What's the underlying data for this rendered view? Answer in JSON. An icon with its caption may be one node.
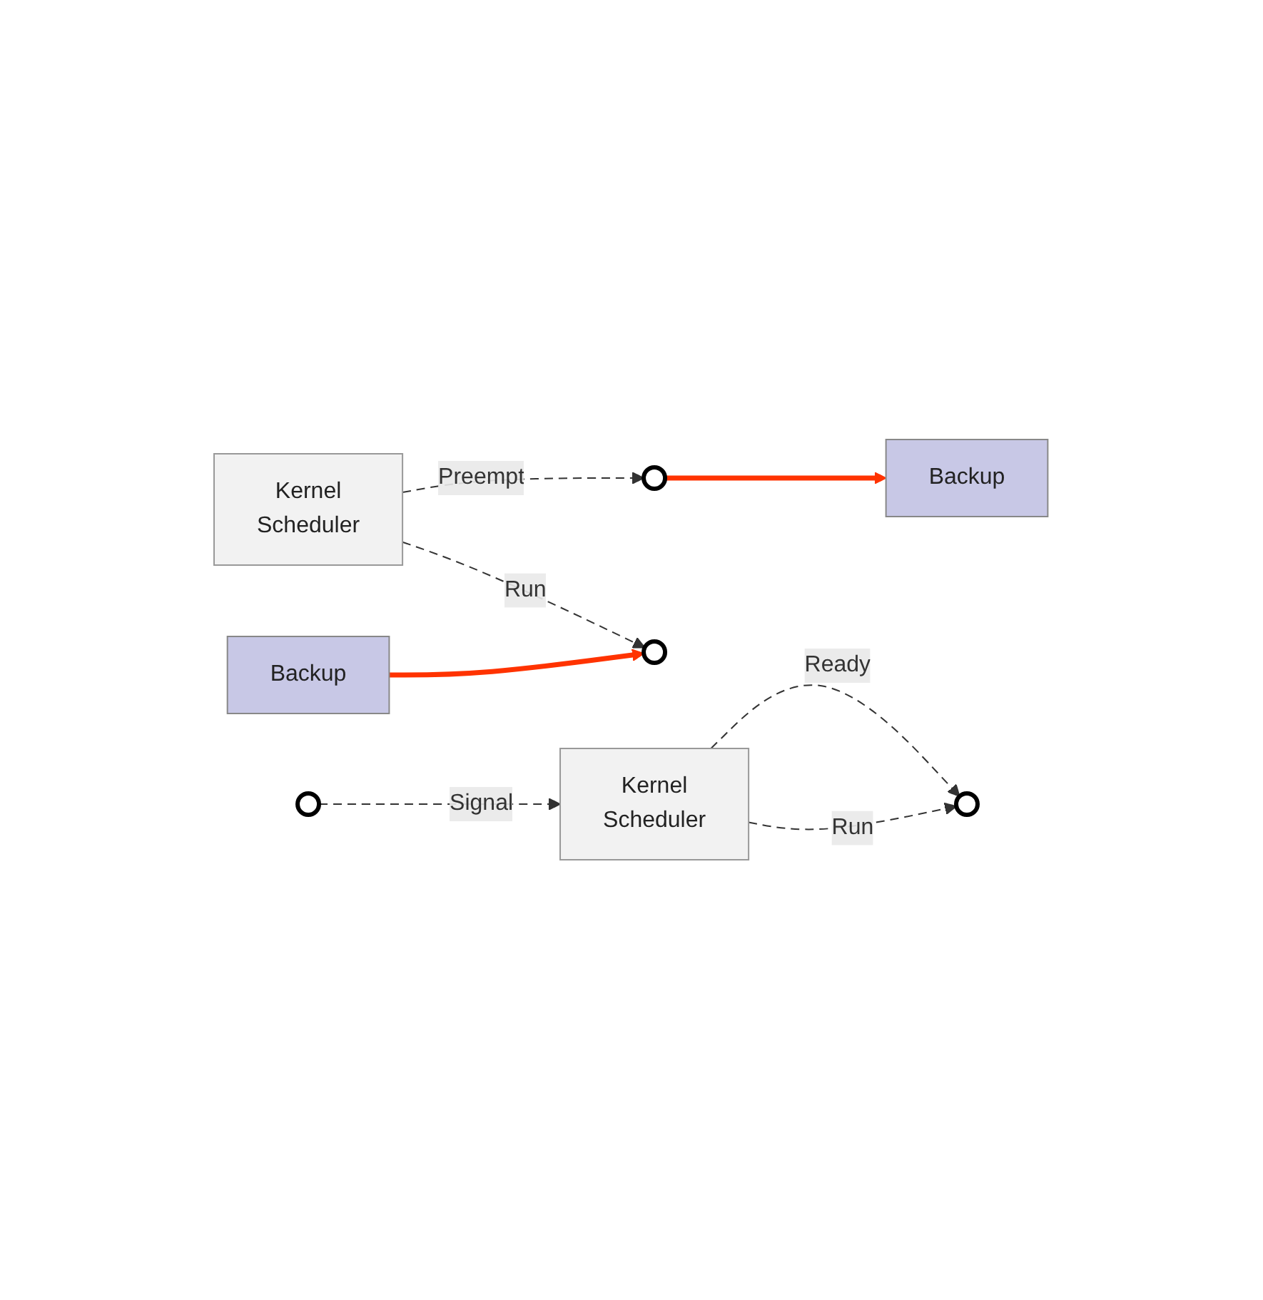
{
  "diagram": {
    "nodes": [
      {
        "text": [
          "Kernel",
          "Scheduler"
        ]
      },
      {
        "text": [],
        "shape": "circle"
      },
      {
        "text": [
          "Backup"
        ]
      },
      {
        "text": [],
        "shape": "circle"
      },
      {
        "text": [
          "Backup"
        ]
      },
      {
        "text": [],
        "shape": "circle"
      },
      {
        "text": [
          "Kernel",
          "Scheduler"
        ]
      },
      {
        "text": [],
        "shape": "circle"
      }
    ],
    "edges": [
      {
        "from": 0,
        "to": 1,
        "label": "Preempt",
        "arrow": "to",
        "style": "dashed"
      },
      {
        "from": 1,
        "to": 2,
        "arrow": "to",
        "style": "thick",
        "color": "#ff3300"
      },
      {
        "from": 0,
        "to": 3,
        "label": "Run",
        "arrow": "to",
        "style": "dashed"
      },
      {
        "from": 4,
        "to": 3,
        "arrow": "to",
        "style": "thick",
        "color": "#ff3300"
      },
      {
        "from": 5,
        "to": 6,
        "label": "Signal",
        "arrow": "to",
        "style": "dashed"
      },
      {
        "from": 6,
        "to": 7,
        "label": "Ready",
        "arrow": "to",
        "style": "dashed"
      },
      {
        "from": 6,
        "to": 7,
        "label": "Run",
        "arrow": "to",
        "style": "dashed"
      }
    ]
  }
}
